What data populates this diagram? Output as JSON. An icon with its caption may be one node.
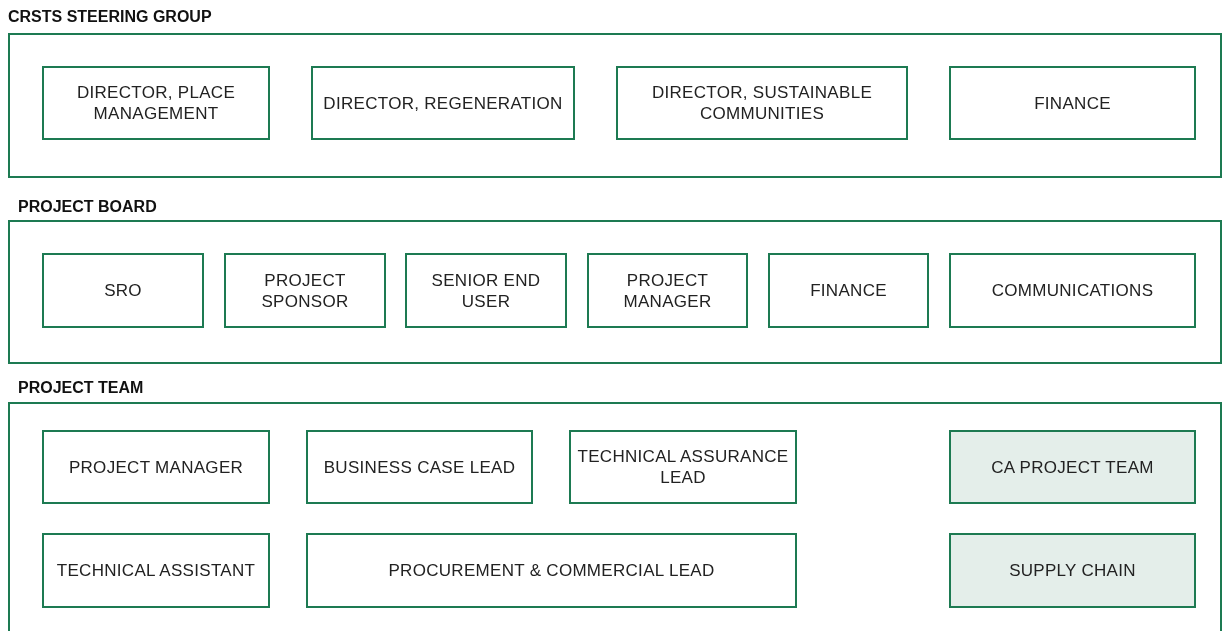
{
  "diagram": {
    "nodes": [
      {
        "text": [
          "CRSTS STEERING GROUP"
        ]
      },
      {
        "text": [
          "DIRECTOR, PLACE MANAGEMENT"
        ],
        "in": 0
      },
      {
        "text": [
          "DIRECTOR, REGENERATION"
        ],
        "in": 0
      },
      {
        "text": [
          "DIRECTOR, SUSTAINABLE COMMUNITIES"
        ],
        "in": 0
      },
      {
        "text": [
          "FINANCE"
        ],
        "in": 0
      },
      {
        "text": [
          "PROJECT BOARD"
        ]
      },
      {
        "text": [
          "SRO"
        ],
        "in": 5
      },
      {
        "text": [
          "PROJECT SPONSOR"
        ],
        "in": 5
      },
      {
        "text": [
          "SENIOR END USER"
        ],
        "in": 5
      },
      {
        "text": [
          "PROJECT MANAGER"
        ],
        "in": 5
      },
      {
        "text": [
          "FINANCE"
        ],
        "in": 5
      },
      {
        "text": [
          "COMMUNICATIONS"
        ],
        "in": 5
      },
      {
        "text": [
          "PROJECT TEAM"
        ]
      },
      {
        "text": [
          "PROJECT MANAGER"
        ],
        "in": 12
      },
      {
        "text": [
          "BUSINESS CASE LEAD"
        ],
        "in": 12
      },
      {
        "text": [
          "TECHNICAL ASSURANCE LEAD"
        ],
        "in": 12
      },
      {
        "text": [
          "CA PROJECT TEAM"
        ],
        "in": 12
      },
      {
        "text": [
          "TECHNICAL ASSISTANT"
        ],
        "in": 12
      },
      {
        "text": [
          "PROCUREMENT & COMMERCIAL LEAD"
        ],
        "in": 12
      },
      {
        "text": [
          "SUPPLY CHAIN"
        ],
        "in": 12
      }
    ],
    "edges": []
  }
}
